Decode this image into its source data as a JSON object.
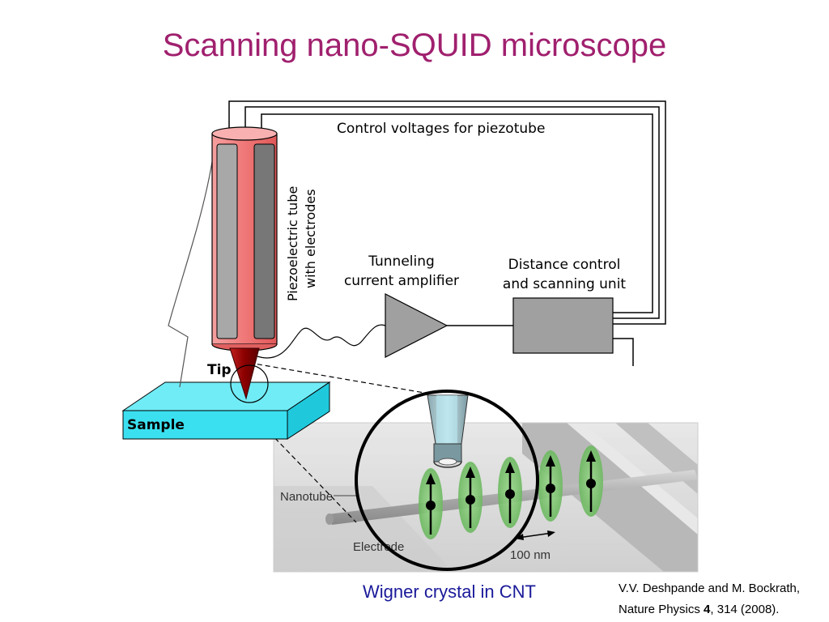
{
  "slide": {
    "title": "Scanning nano-SQUID microscope",
    "title_color": "#a0206e"
  },
  "diagram": {
    "labels": {
      "control_voltages": "Control voltages for piezotube",
      "piezo_line1": "Piezoelectric tube",
      "piezo_line2": "with electrodes",
      "amplifier_line1": "Tunneling",
      "amplifier_line2": "current amplifier",
      "distance_line1": "Distance control",
      "distance_line2": "and scanning unit",
      "tip": "Tip",
      "sample": "Sample"
    },
    "inset": {
      "nanotube": "Nanotube",
      "electrode": "Electrode",
      "scale": "100 nm"
    },
    "colors": {
      "piezotube": "#f08080",
      "electrode": "#a8a8a8",
      "tip": "#8b0000",
      "sample": "#3ae0f0",
      "amplifier": "#a0a0a0",
      "spin_blob": "#7cc470"
    }
  },
  "caption": {
    "text": "Wigner crystal in CNT",
    "color": "#1a1a9a"
  },
  "reference": {
    "line1": "V.V. Deshpande and M. Bockrath,",
    "journal": "Nature Physics ",
    "volume": "4",
    "rest": ", 314 (2008)."
  }
}
